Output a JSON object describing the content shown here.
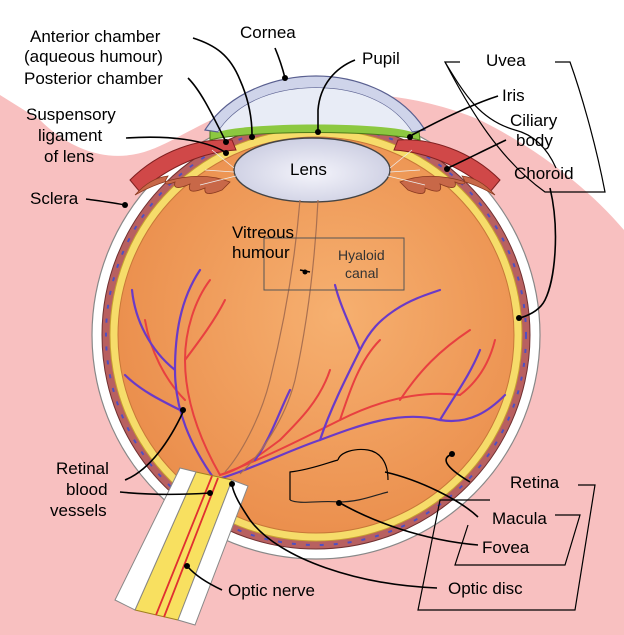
{
  "labels": {
    "anterior_chamber_line1": "Anterior chamber",
    "anterior_chamber_line2": "(aqueous humour)",
    "posterior_chamber": "Posterior chamber",
    "cornea": "Cornea",
    "pupil": "Pupil",
    "uvea": "Uvea",
    "iris": "Iris",
    "ciliary_body_line1": "Ciliary",
    "ciliary_body_line2": "body",
    "choroid": "Choroid",
    "suspensory_line1": "Suspensory",
    "suspensory_line2": "ligament",
    "suspensory_line3": "of lens",
    "lens": "Lens",
    "sclera": "Sclera",
    "vitreous_line1": "Vitreous",
    "vitreous_line2": "humour",
    "hyaloid_line1": "Hyaloid",
    "hyaloid_line2": "canal",
    "retinal_vessels_line1": "Retinal",
    "retinal_vessels_line2": "blood",
    "retinal_vessels_line3": "vessels",
    "retina": "Retina",
    "macula": "Macula",
    "fovea": "Fovea",
    "optic_nerve": "Optic nerve",
    "optic_disc": "Optic disc"
  },
  "colors": {
    "background_pink": "#f8c0c0",
    "vitreous_orange": "#f0a060",
    "sclera_white": "#ffffff",
    "retina_yellow": "#f8e070",
    "choroid_brown": "#b05050",
    "iris_green": "#8cc840",
    "cornea_blue": "#d8dcec",
    "lens_blue": "#e4e6f4",
    "artery_red": "#e03030",
    "vein_purple": "#6a3ac8",
    "optic_nerve_yellow": "#f8e060"
  }
}
